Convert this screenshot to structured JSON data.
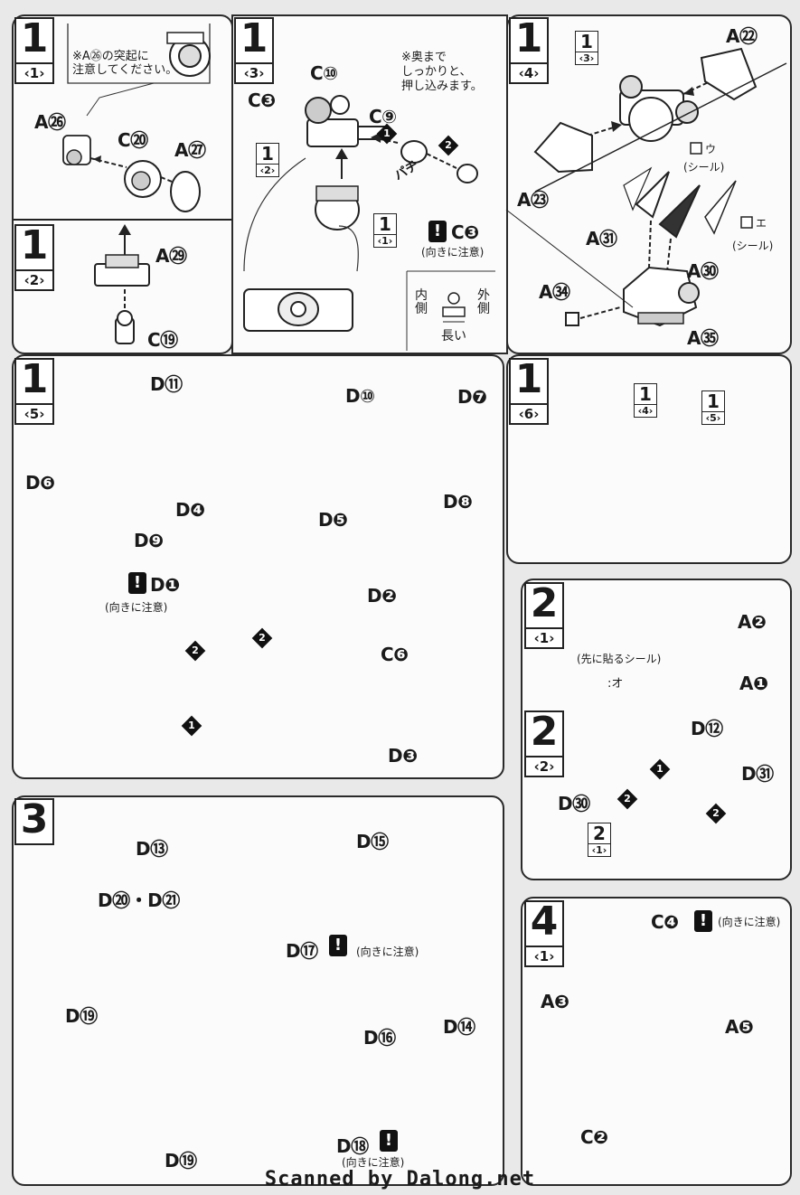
{
  "footer": {
    "credit": "Scanned by Dalong.net"
  },
  "p11": {
    "step": "1",
    "sub": "‹1›",
    "note_line1": "※A㉖の突起に",
    "note_line2": "注意してください。",
    "a26": "A㉖",
    "c20": "C⑳",
    "a27": "A㉗"
  },
  "p12": {
    "step": "1",
    "sub": "‹2›",
    "a29": "A㉙",
    "c19": "C⑲"
  },
  "p13": {
    "step": "1",
    "sub": "‹3›",
    "c10": "C⑩",
    "c3a": "C❸",
    "ref2n": "1",
    "ref2s": "‹2›",
    "ref1n": "1",
    "ref1s": "‹1›",
    "note1": "※奥まで",
    "note2": "しっかりと、",
    "note3": "押し込みます。",
    "c9": "C⑨",
    "c3b": "C❸",
    "orient": "(向きに注意)",
    "pachi": "パチ",
    "inside": "内側",
    "outside": "外側",
    "longer": "長い"
  },
  "p14": {
    "step": "1",
    "sub": "‹4›",
    "ref3n": "1",
    "ref3s": "‹3›",
    "a22": "A㉒",
    "a23": "A㉓",
    "a31": "A㉛",
    "a30": "A㉚",
    "a34": "A㉞",
    "a35": "A㉟",
    "seal_u": "ウ",
    "seal_e": "エ",
    "seal": "(シール)"
  },
  "p15": {
    "step": "1",
    "sub": "‹5›",
    "d11": "D⑪",
    "d6": "D❻",
    "d4": "D❹",
    "d9": "D❾",
    "d10": "D⑩",
    "d7": "D❼",
    "d5": "D❺",
    "d8": "D❽",
    "d1": "D❶",
    "orient": "(向きに注意)",
    "d2": "D❷",
    "c6": "C❻",
    "d3": "D❸"
  },
  "p16": {
    "step": "1",
    "sub": "‹6›",
    "ref4n": "1",
    "ref4s": "‹4›",
    "ref5n": "1",
    "ref5s": "‹5›"
  },
  "p21": {
    "step": "2",
    "sub": "‹1›",
    "a2": "A❷",
    "a1": "A❶",
    "seal_note": "(先に貼るシール)",
    "seal_o": ":オ"
  },
  "p22": {
    "step": "2",
    "sub": "‹2›",
    "d12": "D⑫",
    "d31": "D㉛",
    "d30": "D㉚",
    "ref1n": "2",
    "ref1s": "‹1›"
  },
  "p3": {
    "step": "3",
    "d13": "D⑬",
    "d15": "D⑮",
    "d20_21": "D⑳・D㉑",
    "d17": "D⑰",
    "orient": "(向きに注意)",
    "d19a": "D⑲",
    "d16": "D⑯",
    "d14": "D⑭",
    "d18": "D⑱",
    "orient2": "(向きに注意)",
    "d19b": "D⑲"
  },
  "p41": {
    "step": "4",
    "sub": "‹1›",
    "c4": "C❹",
    "orient": "(向きに注意)",
    "a3": "A❸",
    "a5": "A❺",
    "c2": "C❷"
  }
}
